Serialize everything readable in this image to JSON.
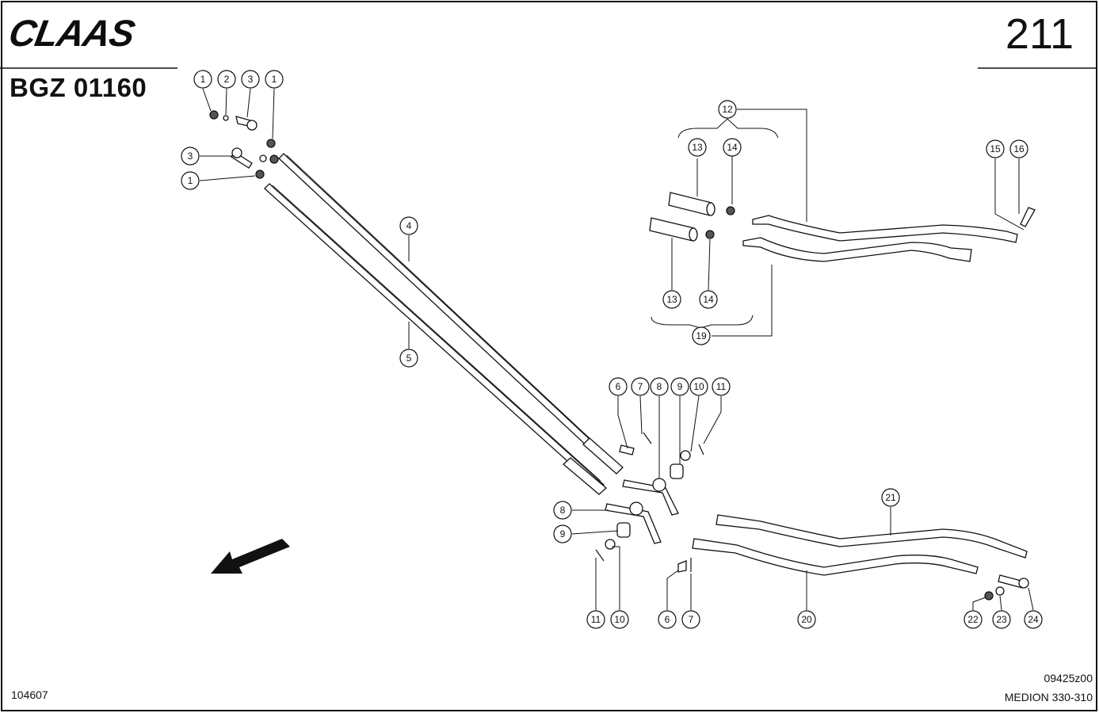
{
  "header": {
    "logo": "CLAAS",
    "page_number": "211",
    "doc_code": "BGZ 01160"
  },
  "footer": {
    "ref_left": "104607",
    "ref_right": "09425z00",
    "model": "MEDION 330-310"
  },
  "callouts": [
    "1",
    "2",
    "3",
    "1",
    "3",
    "1",
    "4",
    "5",
    "12",
    "13",
    "14",
    "13",
    "14",
    "19",
    "15",
    "16",
    "6",
    "7",
    "8",
    "9",
    "10",
    "11",
    "8",
    "9",
    "11",
    "10",
    "6",
    "7",
    "21",
    "20",
    "22",
    "23",
    "24"
  ],
  "icons": [
    "direction-arrow-icon"
  ]
}
